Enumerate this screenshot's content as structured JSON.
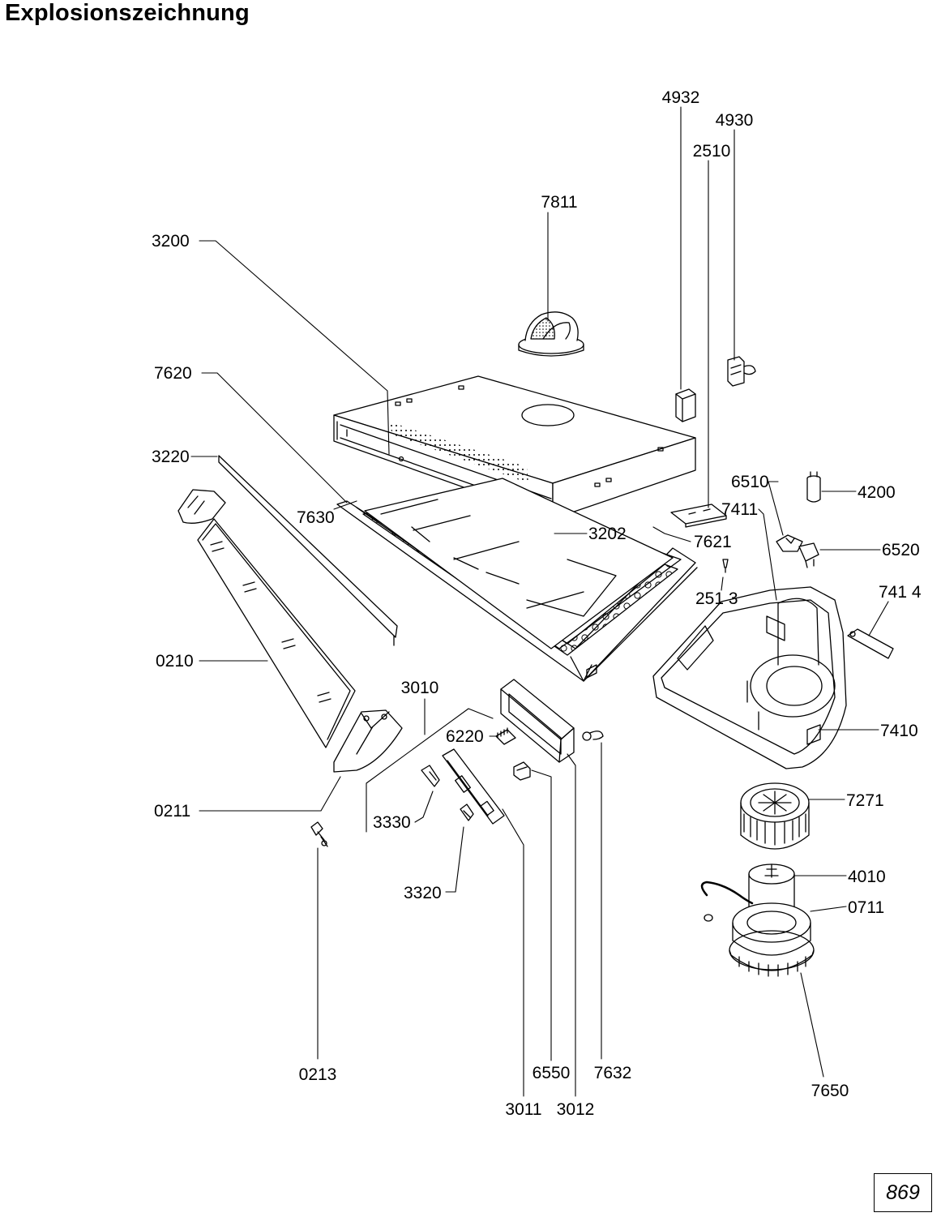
{
  "title": "Explosionszeichnung",
  "page_number": "869",
  "part_labels": {
    "p4932": "4932",
    "p4930": "4930",
    "p2510": "2510",
    "p7811": "7811",
    "p3200": "3200",
    "p7620": "7620",
    "p3220": "3220",
    "p7630": "7630",
    "p3202": "3202",
    "p7621": "7621",
    "p2513": "251 3",
    "p6510": "6510",
    "p4200": "4200",
    "p7411": "7411",
    "p6520": "6520",
    "p7414": "741 4",
    "p0210": "0210",
    "p3010": "3010",
    "p6220": "6220",
    "p7410": "7410",
    "p0211": "0211",
    "p3330": "3330",
    "p7271": "7271",
    "p4010": "4010",
    "p0711": "0711",
    "p3320": "3320",
    "p0213": "0213",
    "p6550": "6550",
    "p7632": "7632",
    "p7650": "7650",
    "p3011": "3011",
    "p3012": "3012"
  }
}
